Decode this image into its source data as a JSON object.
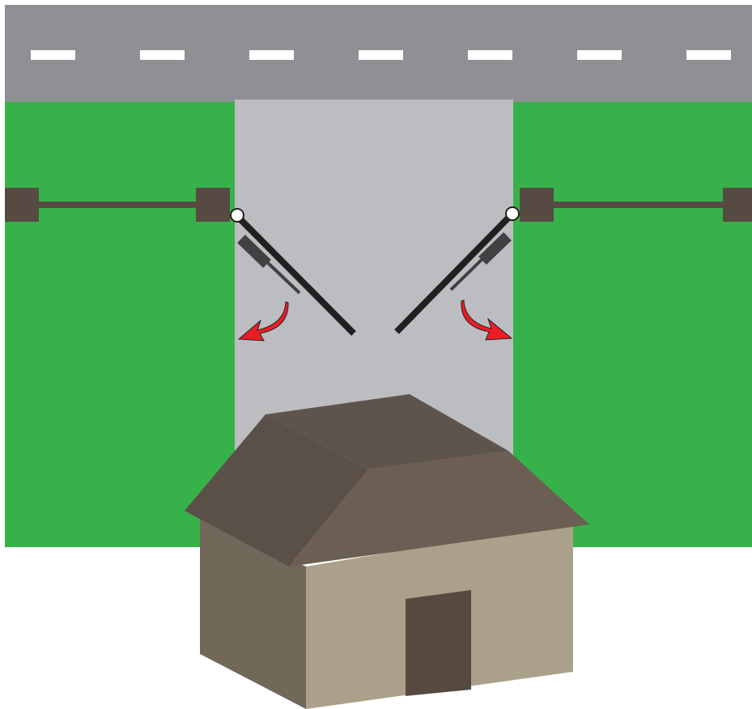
{
  "diagram": {
    "subject": "swing-gate-driveway",
    "elements": [
      "road",
      "lane-markings",
      "driveway",
      "lawn-left",
      "lawn-right",
      "fence-left",
      "fence-right",
      "gate-leaf-left",
      "gate-leaf-right",
      "gate-opener-left",
      "gate-opener-right",
      "swing-arrow-left",
      "swing-arrow-right",
      "house"
    ],
    "lane_dash_count": 7
  },
  "colors": {
    "road": "#8f9093",
    "lane_marking": "#ffffff",
    "driveway": "#bcbdc0",
    "lawn": "#37b24a",
    "fence": "#574a42",
    "gate_leaf": "#231f20",
    "actuator": "#414042",
    "arrow": "#ed1c24",
    "hinge": "#ffffff",
    "roof_left": "#5b5048",
    "roof_right": "#6b5f53",
    "wall_side": "#716859",
    "wall_front": "#aba18a",
    "door": "#564a40"
  }
}
